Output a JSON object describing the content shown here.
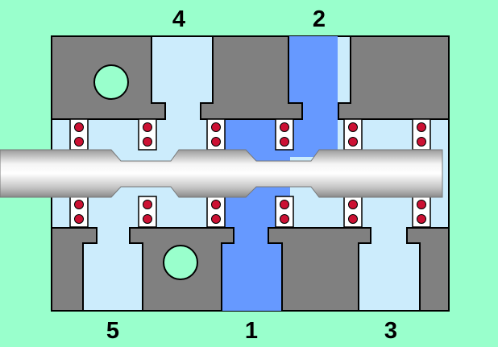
{
  "ports": {
    "port_4": "4",
    "port_2": "2",
    "port_5": "5",
    "port_1": "1",
    "port_3": "3"
  },
  "colors": {
    "background": "#99ffcc",
    "housing": "#808080",
    "exhaust_channel": "#ccecfc",
    "pressure_channel": "#6699ff",
    "seal": "#cc1133",
    "spool": "#dcdcdc"
  }
}
